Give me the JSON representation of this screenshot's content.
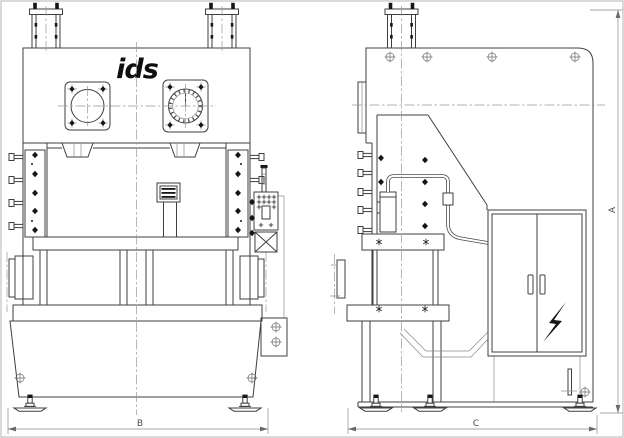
{
  "page": {
    "background": "#ffffff",
    "border_color": "#b5b5b5",
    "line_color": "#3f3f3f",
    "thin_line_color": "#8a8a8a",
    "black_fill": "#161616"
  },
  "drawing": {
    "logo_text": "ids",
    "dimensions": {
      "front_width_label": "B",
      "side_width_label": "C",
      "overall_height_label": "A"
    },
    "icons": {
      "electrical_hazard": "lightning-bolt",
      "bolt_marker": "circled-plus",
      "gib_bolt": "filled-diamond"
    }
  }
}
